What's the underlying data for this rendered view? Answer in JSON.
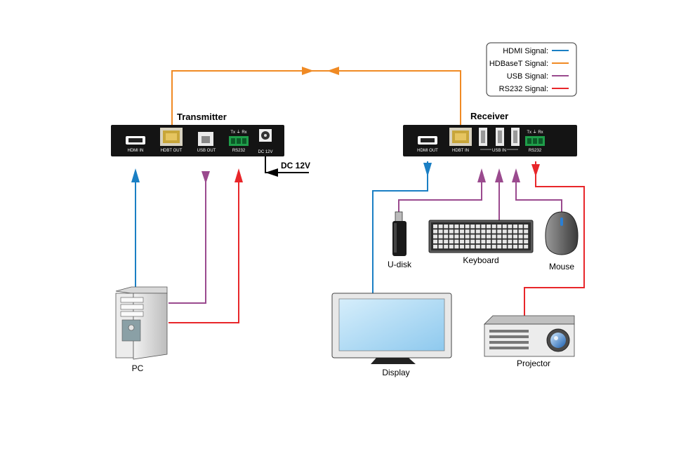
{
  "legend": {
    "items": [
      {
        "label": "HDMI Signal:",
        "color": "#1a7fc4"
      },
      {
        "label": "HDBaseT Signal:",
        "color": "#f08a24"
      },
      {
        "label": "USB Signal:",
        "color": "#9a4a8e"
      },
      {
        "label": "RS232 Signal:",
        "color": "#e8262a"
      }
    ]
  },
  "transmitter": {
    "title": "Transmitter",
    "ports": {
      "hdmi_in": "HDMI IN",
      "hdbt_out": "HDBT OUT",
      "usb_out": "USB OUT",
      "rs232": "RS232",
      "rs232_pins": "Tx  ⏚  Rx",
      "dc": "DC 12V"
    },
    "power_label": "DC 12V"
  },
  "receiver": {
    "title": "Receiver",
    "ports": {
      "hdmi_out": "HDMI OUT",
      "hdbt_in": "HDBT IN",
      "usb_in": "USB IN",
      "rs232": "RS232",
      "rs232_pins": "Tx  ⏚  Rx"
    }
  },
  "devices": {
    "pc": "PC",
    "udisk": "U-disk",
    "keyboard": "Keyboard",
    "mouse": "Mouse",
    "display": "Display",
    "projector": "Projector"
  },
  "colors": {
    "hdmi": "#1a7fc4",
    "hdbaset": "#f08a24",
    "usb": "#9a4a8e",
    "rs232": "#e8262a",
    "box": "#141414"
  }
}
